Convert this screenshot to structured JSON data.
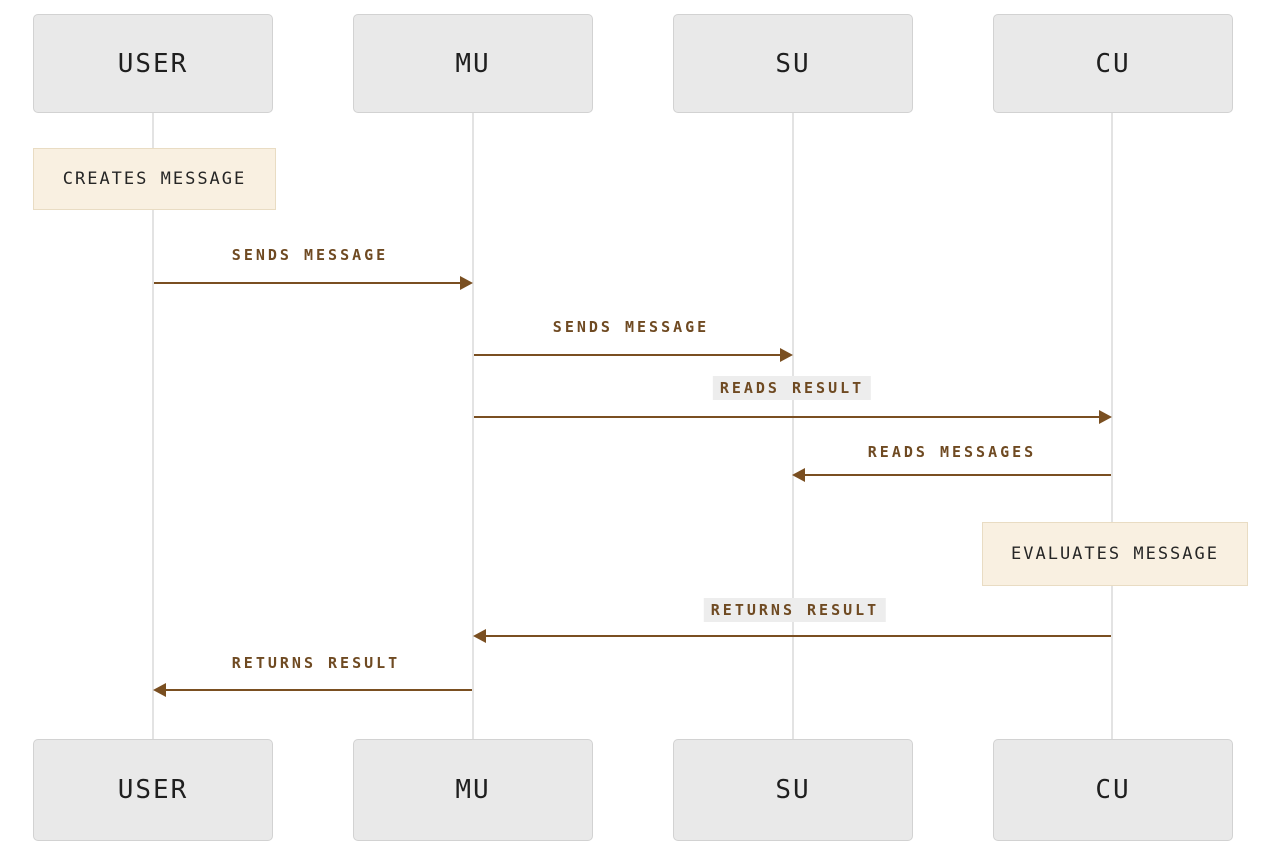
{
  "diagram": {
    "type": "sequence-diagram",
    "actors": [
      {
        "name": "USER"
      },
      {
        "name": "MU"
      },
      {
        "name": "SU"
      },
      {
        "name": "CU"
      }
    ],
    "notes": [
      {
        "label": "CREATES MESSAGE",
        "on": "USER"
      },
      {
        "label": "EVALUATES MESSAGE",
        "on": "CU"
      }
    ],
    "messages": [
      {
        "label": "SENDS MESSAGE",
        "from": "USER",
        "to": "MU"
      },
      {
        "label": "SENDS MESSAGE",
        "from": "MU",
        "to": "SU"
      },
      {
        "label": "READS RESULT",
        "from": "MU",
        "to": "CU"
      },
      {
        "label": "READS MESSAGES",
        "from": "CU",
        "to": "SU"
      },
      {
        "label": "RETURNS RESULT",
        "from": "CU",
        "to": "MU"
      },
      {
        "label": "RETURNS RESULT",
        "from": "MU",
        "to": "USER"
      }
    ],
    "colors": {
      "actor_bg": "#e9e9e9",
      "actor_border": "#d2d2d2",
      "lifeline": "#e3e3e3",
      "arrow": "#7a4f21",
      "label_text": "#6f4a22",
      "note_bg": "#f9f0e1",
      "note_border": "#e9dcc3",
      "label_shade_bg": "#ededed"
    }
  }
}
